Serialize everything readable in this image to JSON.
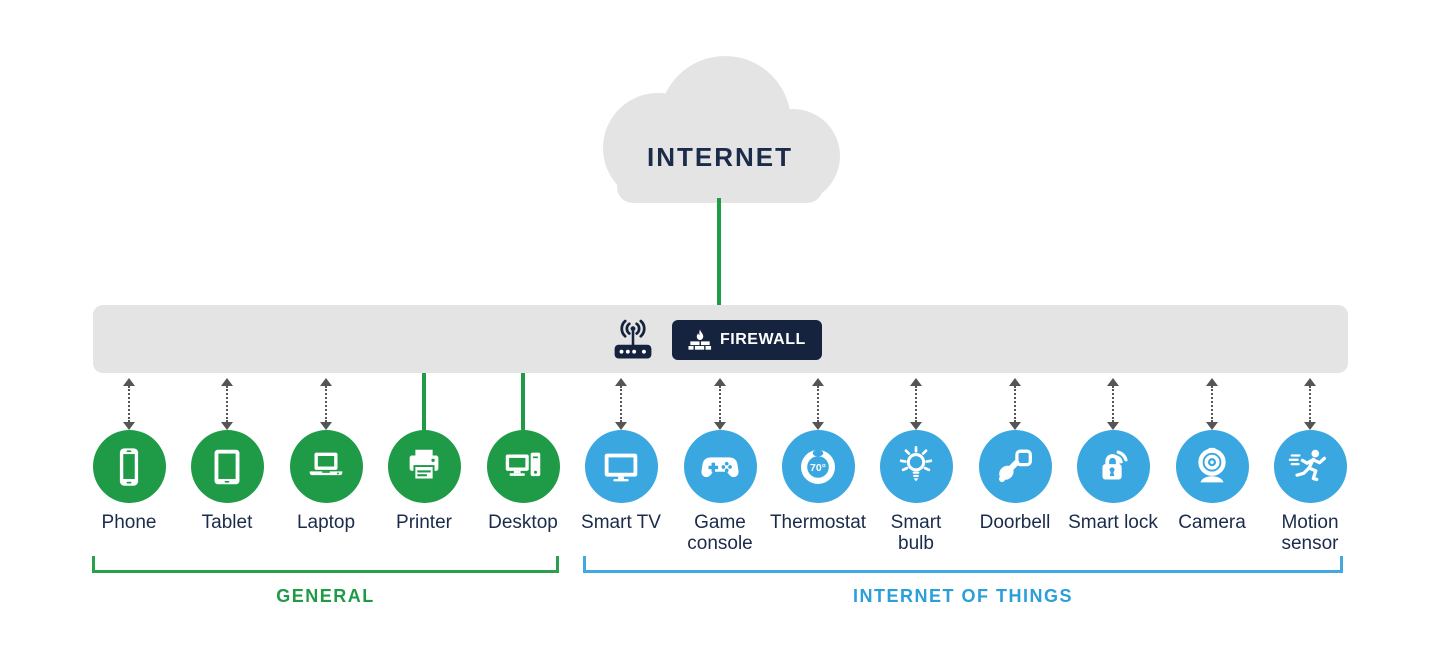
{
  "internet": {
    "label": "INTERNET"
  },
  "firewall": {
    "label": "FIREWALL"
  },
  "groups": [
    {
      "label": "GENERAL"
    },
    {
      "label": "INTERNET OF THINGS"
    }
  ],
  "devices": [
    {
      "label": "Phone",
      "group": "GENERAL",
      "connection": "wireless"
    },
    {
      "label": "Tablet",
      "group": "GENERAL",
      "connection": "wireless"
    },
    {
      "label": "Laptop",
      "group": "GENERAL",
      "connection": "wireless"
    },
    {
      "label": "Printer",
      "group": "GENERAL",
      "connection": "wired"
    },
    {
      "label": "Desktop",
      "group": "GENERAL",
      "connection": "wired"
    },
    {
      "label": "Smart TV",
      "group": "INTERNET OF THINGS",
      "connection": "wireless"
    },
    {
      "label": "Game\nconsole",
      "group": "INTERNET OF THINGS",
      "connection": "wireless"
    },
    {
      "label": "Thermostat",
      "group": "INTERNET OF THINGS",
      "connection": "wireless",
      "value": "70°"
    },
    {
      "label": "Smart\nbulb",
      "group": "INTERNET OF THINGS",
      "connection": "wireless"
    },
    {
      "label": "Doorbell",
      "group": "INTERNET OF THINGS",
      "connection": "wireless"
    },
    {
      "label": "Smart lock",
      "group": "INTERNET OF THINGS",
      "connection": "wireless"
    },
    {
      "label": "Camera",
      "group": "INTERNET OF THINGS",
      "connection": "wireless"
    },
    {
      "label": "Motion\nsensor",
      "group": "INTERNET OF THINGS",
      "connection": "wireless"
    }
  ],
  "colors": {
    "general_green": "#1f9b48",
    "iot_blue": "#3aa7e0",
    "navy": "#15233f",
    "bar_gray": "#e4e4e4",
    "arrow_gray": "#555555"
  }
}
